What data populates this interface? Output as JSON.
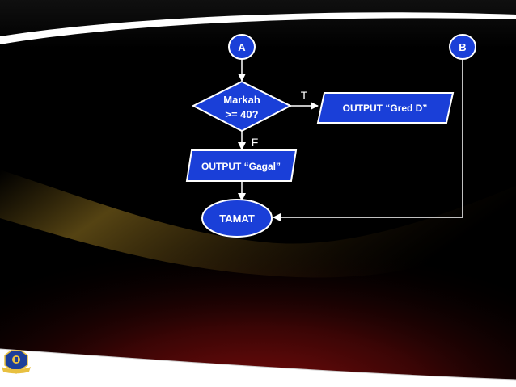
{
  "diagram": {
    "connectors": {
      "a": "A",
      "b": "B"
    },
    "decision": {
      "line1": "Markah",
      "line2": ">= 40?"
    },
    "process_true": "OUTPUT “Gred D”",
    "process_false": "OUTPUT “Gagal”",
    "terminal": "TAMAT",
    "labels": {
      "true": "T",
      "false": "F"
    }
  },
  "colors": {
    "shape_fill": "#1a3fd8",
    "shape_stroke": "#ffffff",
    "line": "#ffffff",
    "background": "#000000",
    "swoosh": "#ffffff",
    "glow_red": "#6a0a0a",
    "glow_gold": "#8a6a1a"
  },
  "logo": {
    "icon": "school-crest-icon"
  }
}
